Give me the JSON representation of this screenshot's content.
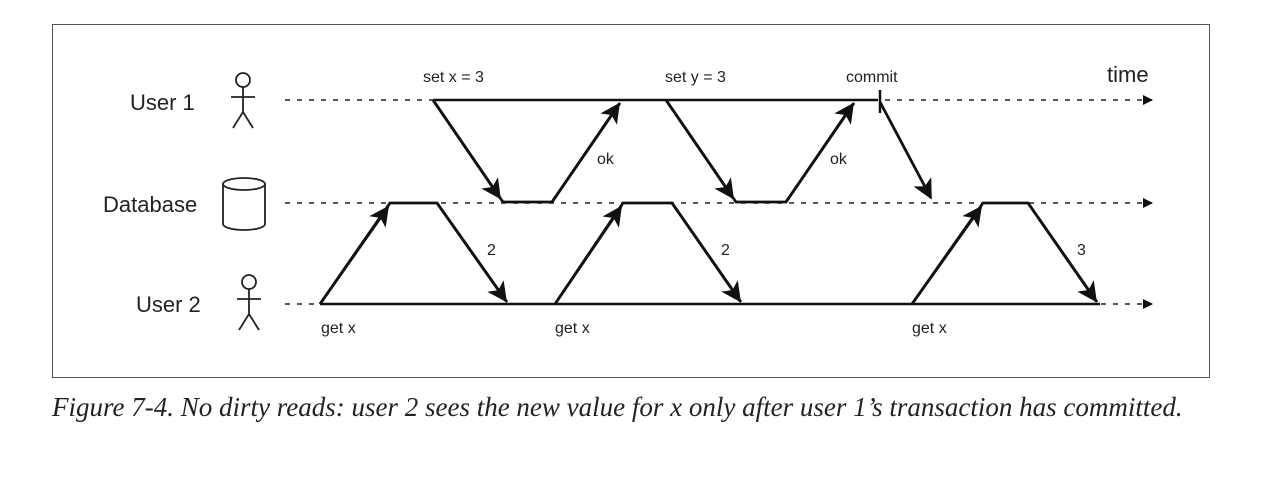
{
  "participants": {
    "user1": "User 1",
    "database": "Database",
    "user2": "User 2"
  },
  "time_label": "time",
  "annotations": {
    "set_x": "set x = 3",
    "set_y": "set y = 3",
    "commit": "commit",
    "ok_1": "ok",
    "ok_2": "ok",
    "get_x_1": "get x",
    "get_x_2": "get x",
    "get_x_3": "get x",
    "ret_1": "2",
    "ret_2": "2",
    "ret_3": "3"
  },
  "caption": "Figure 7-4. No dirty reads: user 2 sees the new value for x only after user 1’s transaction has committed."
}
